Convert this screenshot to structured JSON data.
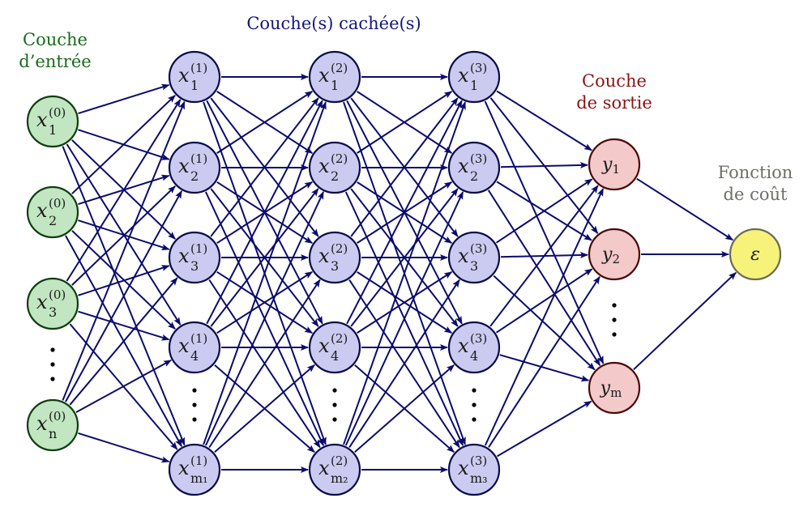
{
  "colors": {
    "edge": "#0b0b6e",
    "input_fill": "#c1e6c1",
    "input_stroke": "#0f3d0f",
    "hidden_fill": "#cbcbf1",
    "hidden_stroke": "#0b0b4a",
    "output_fill": "#f3c9c9",
    "output_stroke": "#4a0a0a",
    "cost_fill": "#f7f27a",
    "cost_stroke": "#6b6b55",
    "input_title": "#1a6b1a",
    "hidden_title": "#16167a",
    "output_title": "#8b1414",
    "cost_title": "#6e6e66",
    "dots": "#000000"
  },
  "titles": {
    "input": [
      "Couche",
      "d’entrée"
    ],
    "hidden": [
      "Couche(s) cachée(s)"
    ],
    "output": [
      "Couche",
      "de sortie"
    ],
    "cost": [
      "Fonction",
      "de coût"
    ]
  },
  "layers": [
    {
      "id": "input",
      "kind": "input",
      "nodes": [
        {
          "base": "x",
          "sub": "1",
          "sup": "(0)"
        },
        {
          "base": "x",
          "sub": "2",
          "sup": "(0)"
        },
        {
          "base": "x",
          "sub": "3",
          "sup": "(0)"
        },
        {
          "ellipsis": true
        },
        {
          "base": "x",
          "sub": "n",
          "sup": "(0)"
        }
      ]
    },
    {
      "id": "hidden1",
      "kind": "hidden",
      "nodes": [
        {
          "base": "x",
          "sub": "1",
          "sup": "(1)"
        },
        {
          "base": "x",
          "sub": "2",
          "sup": "(1)"
        },
        {
          "base": "x",
          "sub": "3",
          "sup": "(1)"
        },
        {
          "base": "x",
          "sub": "4",
          "sup": "(1)"
        },
        {
          "ellipsis": true
        },
        {
          "base": "x",
          "sub": "m₁",
          "sup": "(1)"
        }
      ]
    },
    {
      "id": "hidden2",
      "kind": "hidden",
      "nodes": [
        {
          "base": "x",
          "sub": "1",
          "sup": "(2)"
        },
        {
          "base": "x",
          "sub": "2",
          "sup": "(2)"
        },
        {
          "base": "x",
          "sub": "3",
          "sup": "(2)"
        },
        {
          "base": "x",
          "sub": "4",
          "sup": "(2)"
        },
        {
          "ellipsis": true
        },
        {
          "base": "x",
          "sub": "m₂",
          "sup": "(2)"
        }
      ]
    },
    {
      "id": "hidden3",
      "kind": "hidden",
      "nodes": [
        {
          "base": "x",
          "sub": "1",
          "sup": "(3)"
        },
        {
          "base": "x",
          "sub": "2",
          "sup": "(3)"
        },
        {
          "base": "x",
          "sub": "3",
          "sup": "(3)"
        },
        {
          "base": "x",
          "sub": "4",
          "sup": "(3)"
        },
        {
          "ellipsis": true
        },
        {
          "base": "x",
          "sub": "m₃",
          "sup": "(3)"
        }
      ]
    },
    {
      "id": "output",
      "kind": "output",
      "nodes": [
        {
          "base": "y",
          "sub": "1",
          "sup": ""
        },
        {
          "base": "y",
          "sub": "2",
          "sup": ""
        },
        {
          "ellipsis": true
        },
        {
          "base": "y",
          "sub": "m",
          "sup": ""
        }
      ]
    },
    {
      "id": "cost",
      "kind": "cost",
      "nodes": [
        {
          "base": "ε",
          "sub": "",
          "sup": ""
        }
      ]
    }
  ]
}
